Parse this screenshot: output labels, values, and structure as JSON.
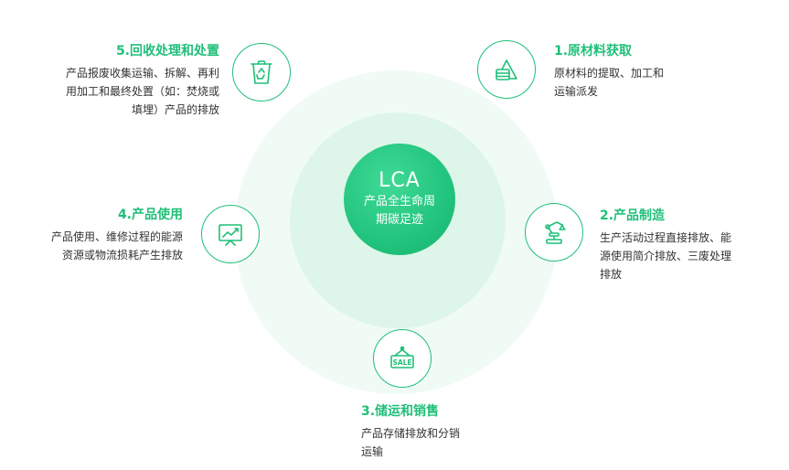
{
  "center": {
    "title": "LCA",
    "subtitle_line1": "产品全生命周",
    "subtitle_line2": "期碳足迹"
  },
  "stages": {
    "s1": {
      "heading": "1.原材料获取",
      "lines": [
        "原材料的提取、加工和",
        "运输派发"
      ],
      "icon": "raw-material-icon"
    },
    "s2": {
      "heading": "2.产品制造",
      "lines": [
        "生产活动过程直接排放、能",
        "源使用简介排放、三废处理",
        "排放"
      ],
      "icon": "robot-arm-icon"
    },
    "s3": {
      "heading": "3.储运和销售",
      "lines": [
        "产品存储排放和分销",
        "运输"
      ],
      "icon": "sale-sign-icon",
      "sign_text": "SALE"
    },
    "s4": {
      "heading": "4.产品使用",
      "lines": [
        "产品使用、维修过程的能源",
        "资源或物流损耗产生排放"
      ],
      "icon": "presentation-chart-icon"
    },
    "s5": {
      "heading": "5.回收处理和处置",
      "lines": [
        "产品报废收集运输、拆解、再利",
        "用加工和最终处置（如：焚烧或",
        "填埋）产品的排放"
      ],
      "icon": "recycle-bin-icon"
    }
  },
  "colors": {
    "accent": "#1fbf78",
    "center": "#22c47d",
    "ring_outer": "#f1fbf6",
    "ring_mid": "#ddf6e9",
    "text": "#333333"
  }
}
